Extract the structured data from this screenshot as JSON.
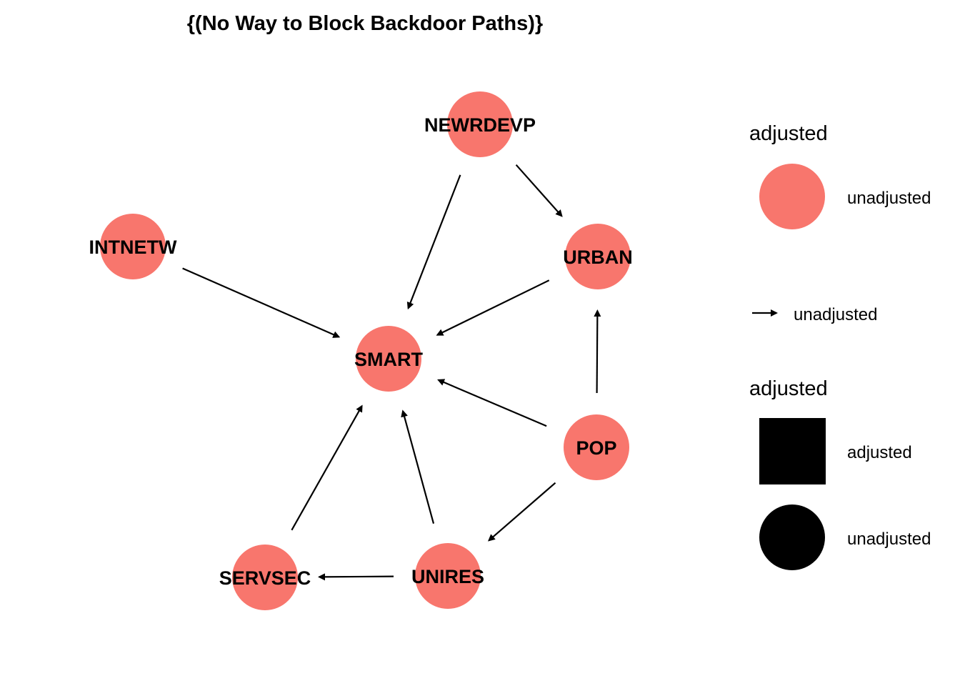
{
  "title": "{(No Way to Block Backdoor Paths)}",
  "colors": {
    "node_fill": "#F8766D",
    "edge": "#000000",
    "legend_shape": "#000000"
  },
  "nodes": [
    {
      "id": "NEWRDEVP",
      "label": "NEWRDEVP"
    },
    {
      "id": "INTNETW",
      "label": "INTNETW"
    },
    {
      "id": "URBAN",
      "label": "URBAN"
    },
    {
      "id": "SMART",
      "label": "SMART"
    },
    {
      "id": "POP",
      "label": "POP"
    },
    {
      "id": "SERVSEC",
      "label": "SERVSEC"
    },
    {
      "id": "UNIRES",
      "label": "UNIRES"
    }
  ],
  "edges": [
    {
      "from": "NEWRDEVP",
      "to": "SMART"
    },
    {
      "from": "NEWRDEVP",
      "to": "URBAN"
    },
    {
      "from": "INTNETW",
      "to": "SMART"
    },
    {
      "from": "URBAN",
      "to": "SMART"
    },
    {
      "from": "POP",
      "to": "URBAN"
    },
    {
      "from": "POP",
      "to": "SMART"
    },
    {
      "from": "POP",
      "to": "UNIRES"
    },
    {
      "from": "SERVSEC",
      "to": "SMART"
    },
    {
      "from": "UNIRES",
      "to": "SMART"
    },
    {
      "from": "UNIRES",
      "to": "SERVSEC"
    }
  ],
  "legend": {
    "fill_title": "adjusted",
    "fill_item": "unadjusted",
    "edge_item": "unadjusted",
    "shape_title": "adjusted",
    "shape_items": [
      {
        "label": "adjusted",
        "shape": "square"
      },
      {
        "label": "unadjusted",
        "shape": "circle"
      }
    ]
  }
}
